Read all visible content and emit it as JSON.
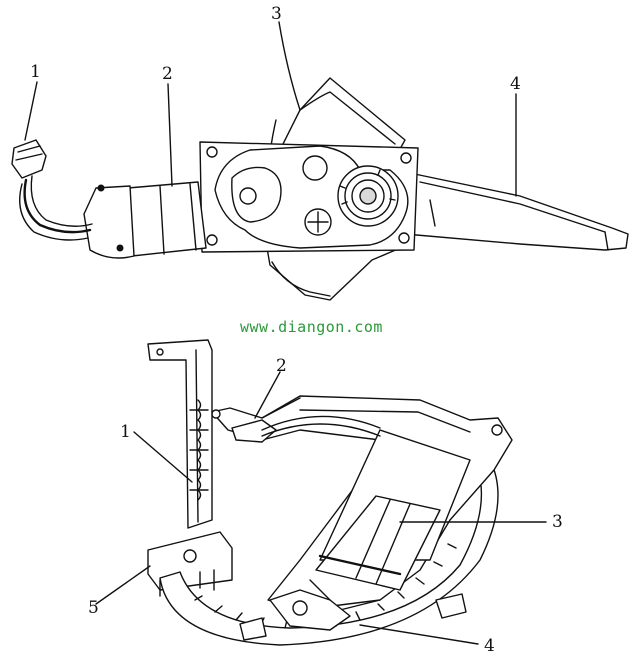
{
  "watermark": "www.diangon.com",
  "top_figure": {
    "labels": [
      "1",
      "2",
      "3",
      "4"
    ]
  },
  "bottom_figure": {
    "labels": [
      "1",
      "2",
      "3",
      "4",
      "5"
    ]
  }
}
